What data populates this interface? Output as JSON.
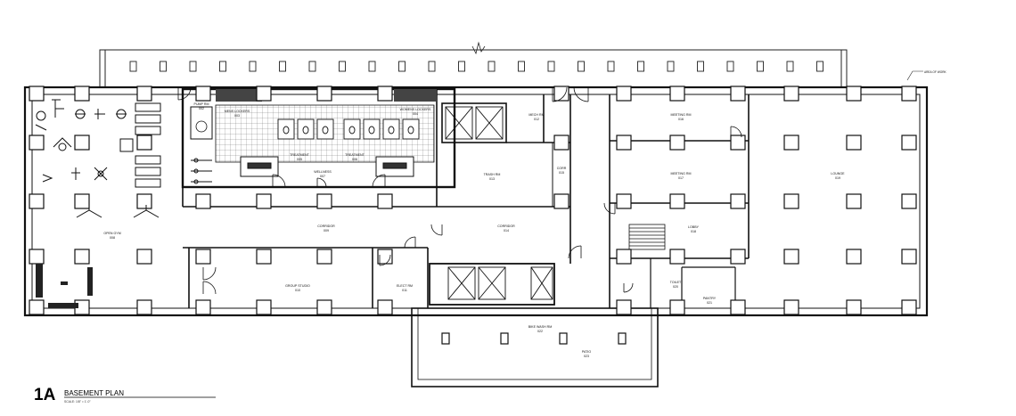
{
  "drawing": {
    "code": "1A",
    "title": "BASEMENT PLAN",
    "scale": "SCALE: 1/8\" = 1'-0\"",
    "area_note": "AREA OF WORK"
  },
  "rooms": {
    "open_gym": {
      "name": "OPEN GYM",
      "number": "008"
    },
    "pump_rm": {
      "name": "PUMP RM",
      "number": "002"
    },
    "mens_lockers": {
      "name": "MENS LOCKERS",
      "number": "003"
    },
    "womens_lockers": {
      "name": "WOMENS LOCKERS",
      "number": "004"
    },
    "treatment_1": {
      "name": "TREATMENT",
      "number": "005"
    },
    "treatment_2": {
      "name": "TREATMENT",
      "number": "006"
    },
    "wellness": {
      "name": "WELLNESS",
      "number": "007"
    },
    "corridor_1": {
      "name": "CORRIDOR",
      "number": "009"
    },
    "group_studio": {
      "name": "GROUP STUDIO",
      "number": "010"
    },
    "elect_rm": {
      "name": "ELECT RM",
      "number": "011"
    },
    "mech_rm": {
      "name": "MECH RM",
      "number": "012"
    },
    "trash_rm": {
      "name": "TRASH RM",
      "number": "013"
    },
    "corridor_2": {
      "name": "CORRIDOR",
      "number": "014"
    },
    "corr": {
      "name": "CORR",
      "number": "015"
    },
    "meeting_rm_1": {
      "name": "MEETING RM",
      "number": "016"
    },
    "meeting_rm_2": {
      "name": "MEETING RM",
      "number": "017"
    },
    "lobby": {
      "name": "LOBBY",
      "number": "018"
    },
    "lounge": {
      "name": "LOUNGE",
      "number": "019"
    },
    "toilet": {
      "name": "TOILET",
      "number": "020"
    },
    "pantry": {
      "name": "PANTRY",
      "number": "021"
    },
    "bike_wash": {
      "name": "BIKE WASH RM",
      "number": "022"
    },
    "patio": {
      "name": "PATIO",
      "number": "023"
    }
  }
}
